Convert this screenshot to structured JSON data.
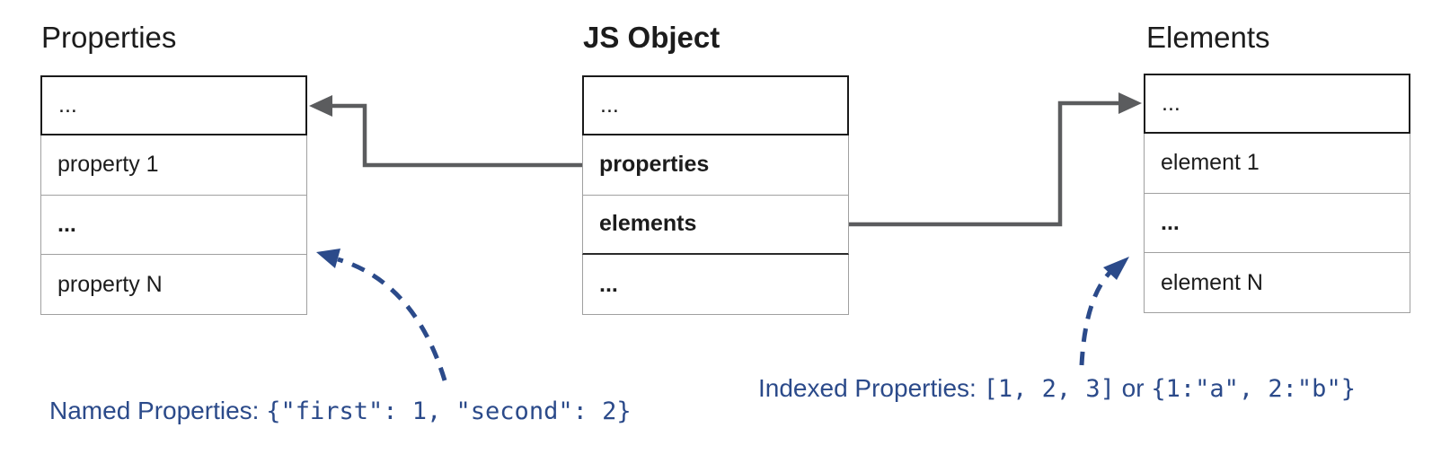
{
  "colors": {
    "accent_blue": "#2b4a8a",
    "connector_gray": "#5b5c5e",
    "border_gray": "#a0a0a0",
    "border_dark": "#1a1a1a"
  },
  "diagram": {
    "properties_table": {
      "title": "Properties",
      "rows": [
        "...",
        "property 1",
        "...",
        "property N"
      ]
    },
    "js_object_table": {
      "title": "JS Object",
      "rows": [
        "...",
        "properties",
        "elements",
        "..."
      ]
    },
    "elements_table": {
      "title": "Elements",
      "rows": [
        "...",
        "element 1",
        "...",
        "element N"
      ]
    },
    "named_caption": {
      "prefix": "Named Properties: ",
      "code": "{\"first\": 1, \"second\": 2}"
    },
    "indexed_caption": {
      "prefix": "Indexed Properties: ",
      "code_array": "[1, 2, 3]",
      "conjunction": " or ",
      "code_dict": "{1:\"a\", 2:\"b\"}"
    }
  }
}
